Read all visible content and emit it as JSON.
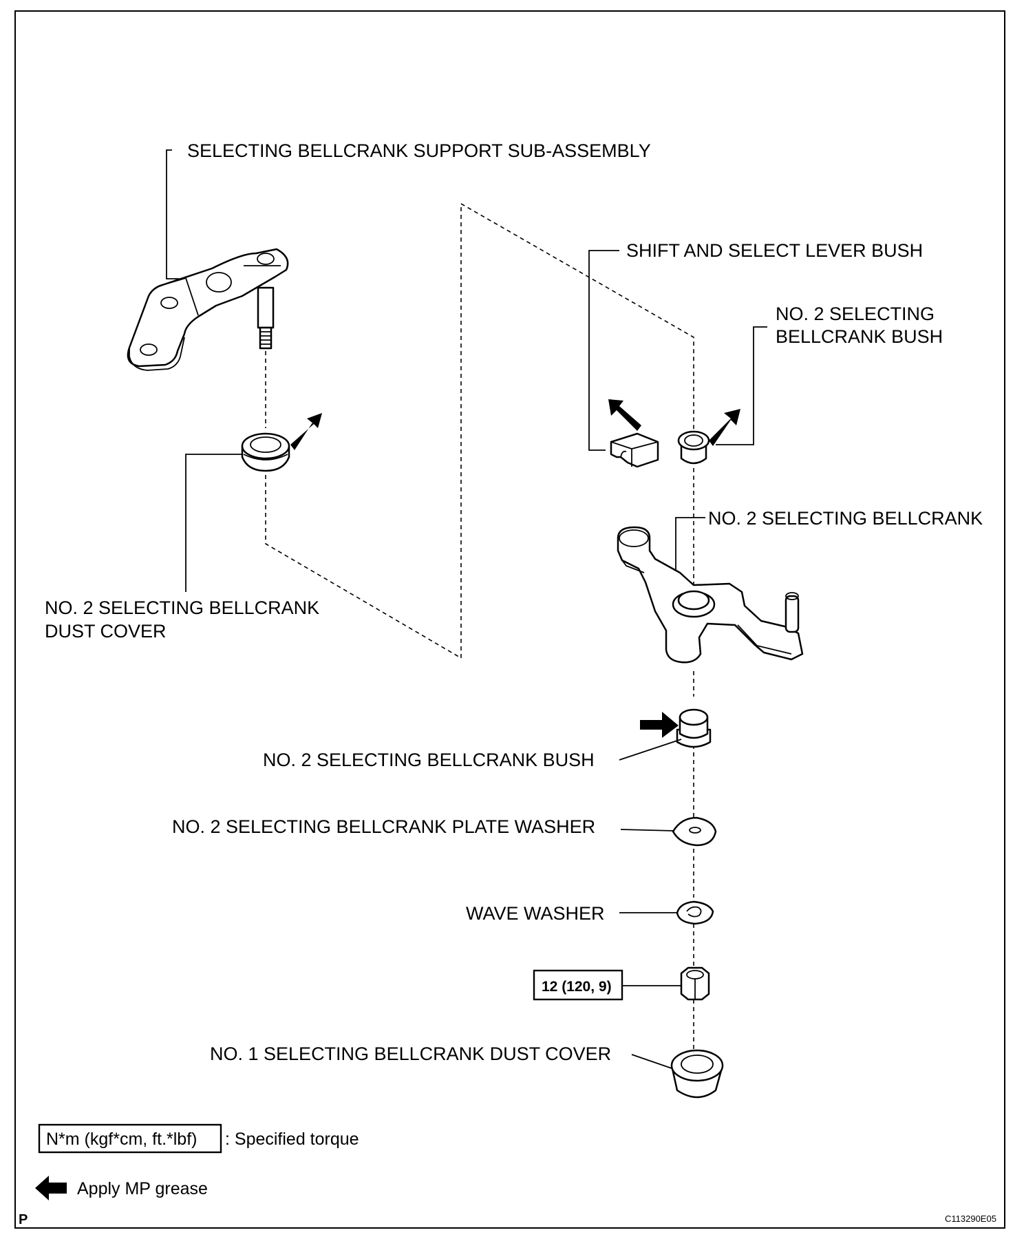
{
  "labels": {
    "support": "SELECTING BELLCRANK SUPPORT SUB-ASSEMBLY",
    "shift_bush": "SHIFT AND SELECT LEVER BUSH",
    "no2_bush_top_line1": "NO. 2 SELECTING",
    "no2_bush_top_line2": "BELLCRANK BUSH",
    "no2_bellcrank": "NO. 2 SELECTING BELLCRANK",
    "no2_dust_cover_line1": "NO.  2 SELECTING BELLCRANK",
    "no2_dust_cover_line2": "DUST COVER",
    "no2_bush_bottom": "NO. 2 SELECTING BELLCRANK BUSH",
    "plate_washer": "NO. 2 SELECTING BELLCRANK PLATE WASHER",
    "wave_washer": "WAVE WASHER",
    "no1_dust_cover": "NO. 1 SELECTING BELLCRANK DUST COVER"
  },
  "torque": {
    "nut_value": "12 (120, 9)"
  },
  "legend": {
    "torque_box": "N*m (kgf*cm, ft.*lbf)",
    "torque_text": ": Specified torque",
    "grease_text": "Apply MP grease"
  },
  "footer": {
    "page_marker": "P",
    "figure_code": "C113290E05"
  },
  "icons": {
    "grease_arrow": "black-block-arrow-icon"
  }
}
